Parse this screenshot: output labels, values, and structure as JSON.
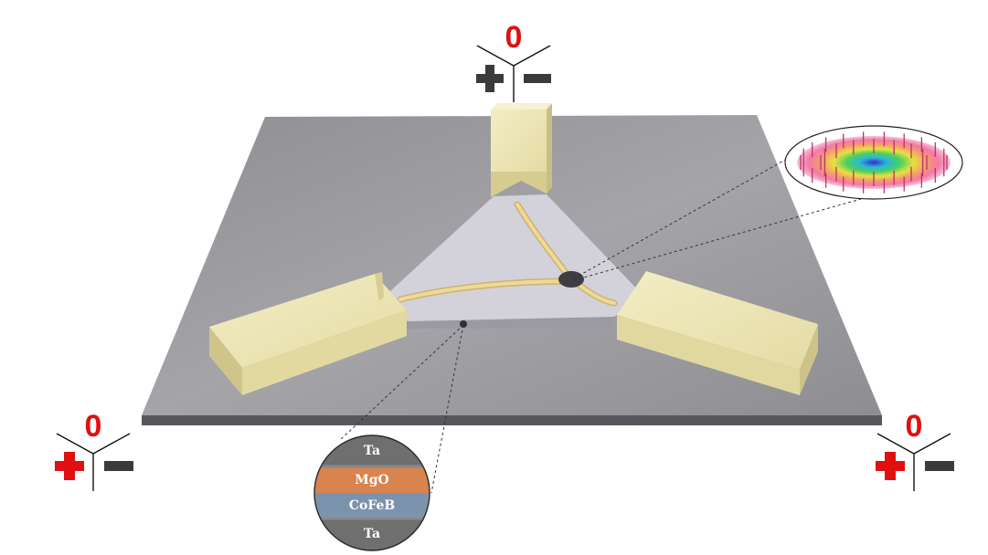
{
  "terminals": {
    "top": {
      "zero": "0",
      "plus_color": "#3b3b3b",
      "minus_color": "#3b3b3b"
    },
    "left": {
      "zero": "0",
      "plus_color": "#e01010",
      "minus_color": "#3b3b3b"
    },
    "right": {
      "zero": "0",
      "plus_color": "#e01010",
      "minus_color": "#3b3b3b"
    }
  },
  "stack": {
    "layers": [
      {
        "label": "Ta",
        "color": "#6f6f6f"
      },
      {
        "label": "MgO",
        "color": "#d9834f"
      },
      {
        "label": "CoFeB",
        "color": "#7c93ad"
      },
      {
        "label": "Ta",
        "color": "#6f6f6f"
      }
    ]
  },
  "colors": {
    "accent_zero": "#e01010",
    "substrate": "#9b9a9e",
    "electrode": "#eee6b2",
    "track": "#e6cf8a",
    "triangle": "#cfcdd6"
  },
  "icons": [
    "skyrmion-icon",
    "plus-icon",
    "minus-icon"
  ]
}
